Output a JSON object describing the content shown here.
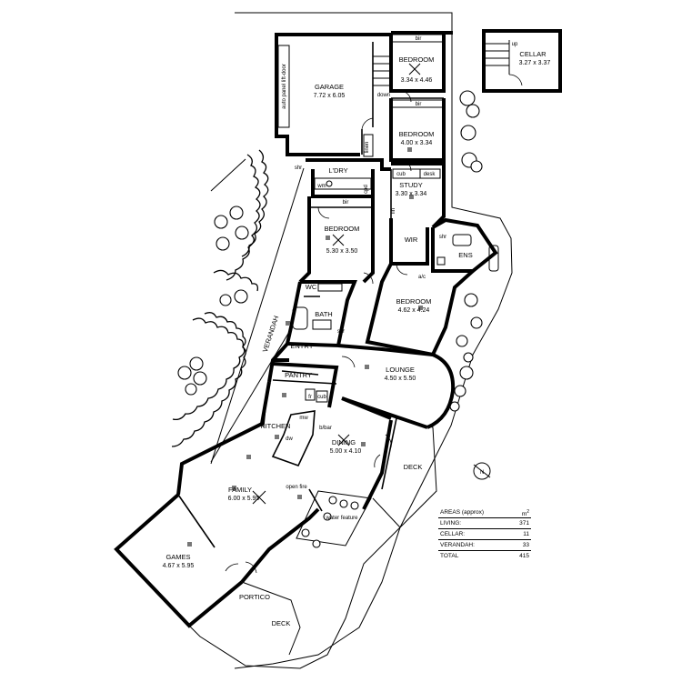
{
  "rooms": {
    "garage": {
      "name": "GARAGE",
      "dims": "7.72 x 6.05"
    },
    "bedroom1": {
      "name": "BEDROOM",
      "dims": "3.34 x 4.46"
    },
    "bedroom2": {
      "name": "BEDROOM",
      "dims": "4.00 x 3.34"
    },
    "study": {
      "name": "STUDY",
      "dims": "3.30 x 3.34"
    },
    "bedroom3": {
      "name": "BEDROOM",
      "dims": "5.30 x 3.50"
    },
    "master": {
      "name": "BEDROOM",
      "dims": "4.62 x 4.24"
    },
    "lounge": {
      "name": "LOUNGE",
      "dims": "4.50 x 5.50"
    },
    "dining": {
      "name": "DINING",
      "dims": "5.00 x 4.10"
    },
    "family": {
      "name": "FAMILY",
      "dims": "6.00 x 5.95"
    },
    "games": {
      "name": "GAMES",
      "dims": "4.67 x 5.95"
    },
    "cellar": {
      "name": "CELLAR",
      "dims": "3.27 x 3.37"
    },
    "ldry": "L'DRY",
    "wir": "WIR",
    "ens": "ENS",
    "bath": "BATH",
    "wc": "WC",
    "entry": "ENTRY",
    "pantry": "PANTRY",
    "kitchen": "KITCHEN",
    "verandah": "VERANDAH",
    "deck_east": "DECK",
    "deck_south": "DECK",
    "portico": "PORTICO"
  },
  "fixtures": {
    "garage_door": "auto panel lift-door",
    "bir": "bir",
    "down": "down",
    "up": "up",
    "linen": "linen",
    "shr": "shr",
    "wm": "wm",
    "ldry_cpd": "cpd",
    "study_cub": "cub",
    "study_desk": "desk",
    "ac": "a/c",
    "bath_shr": "shr",
    "pantry_fr": "fr",
    "pantry_cub": "cub",
    "mw": "mw",
    "dw": "dw",
    "bbar": "b/bar",
    "open_fire": "open fire",
    "water_feature": "water feature",
    "lin": "lin"
  },
  "areas": {
    "title": "AREAS (approx)",
    "unit": "m",
    "unit_sup": "2",
    "rows": [
      {
        "label": "LIVING:",
        "value": "371"
      },
      {
        "label": "CELLAR:",
        "value": "11"
      },
      {
        "label": "VERANDAH:",
        "value": "33"
      }
    ],
    "total_label": "TOTAL",
    "total_value": "415"
  },
  "compass": "N"
}
